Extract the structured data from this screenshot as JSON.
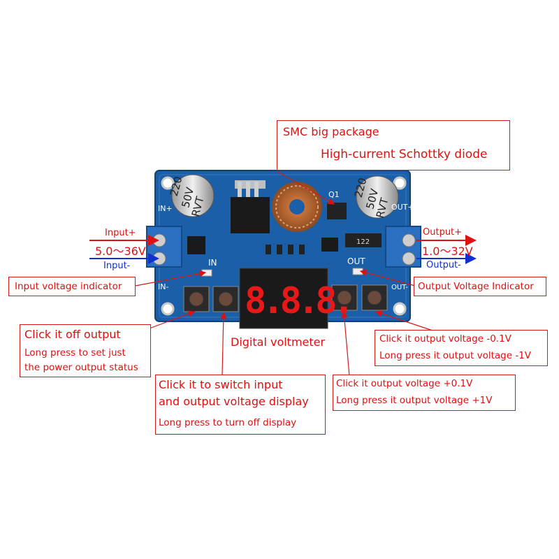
{
  "smc_callout": {
    "line1": "SMC big package",
    "line2": "High-current Schottky diode"
  },
  "input": {
    "plus": "Input+",
    "minus": "Input-",
    "range": "5.0～36V"
  },
  "output": {
    "plus": "Output+",
    "minus": "Output-",
    "range": "1.0～32V"
  },
  "input_indicator": "Input voltage indicator",
  "output_indicator": "Output Voltage Indicator",
  "off_button_callout": {
    "line1": "Click it off output",
    "line2": "Long press to set just",
    "line3": "the power output status"
  },
  "voltmeter_label": "Digital voltmeter",
  "switch_button_callout": {
    "line1": "Click it to switch input",
    "line2": "and output voltage display",
    "line3": "Long press to turn off display"
  },
  "minus_button_callout": {
    "line1": "Click it output voltage -0.1V",
    "line2": "Long press it output voltage -1V"
  },
  "plus_button_callout": {
    "line1": "Click it output voltage +0.1V",
    "line2": "Long press it output voltage +1V"
  },
  "board": {
    "silk_in": "IN",
    "silk_out": "OUT",
    "silk_in_plus": "IN+",
    "silk_in_minus": "IN-",
    "silk_out_plus": "OUT+",
    "silk_out_minus": "OUT-",
    "cap_left": [
      "220",
      "50V",
      "RVT"
    ],
    "cap_right": [
      "220",
      "50V",
      "RVT"
    ],
    "resistor": "122",
    "q_label": "Q1",
    "display_digits": "8.8.8."
  },
  "colors": {
    "callout": "#e01010",
    "pcb": "#1b5fa8",
    "blue_label": "#1030d0"
  }
}
